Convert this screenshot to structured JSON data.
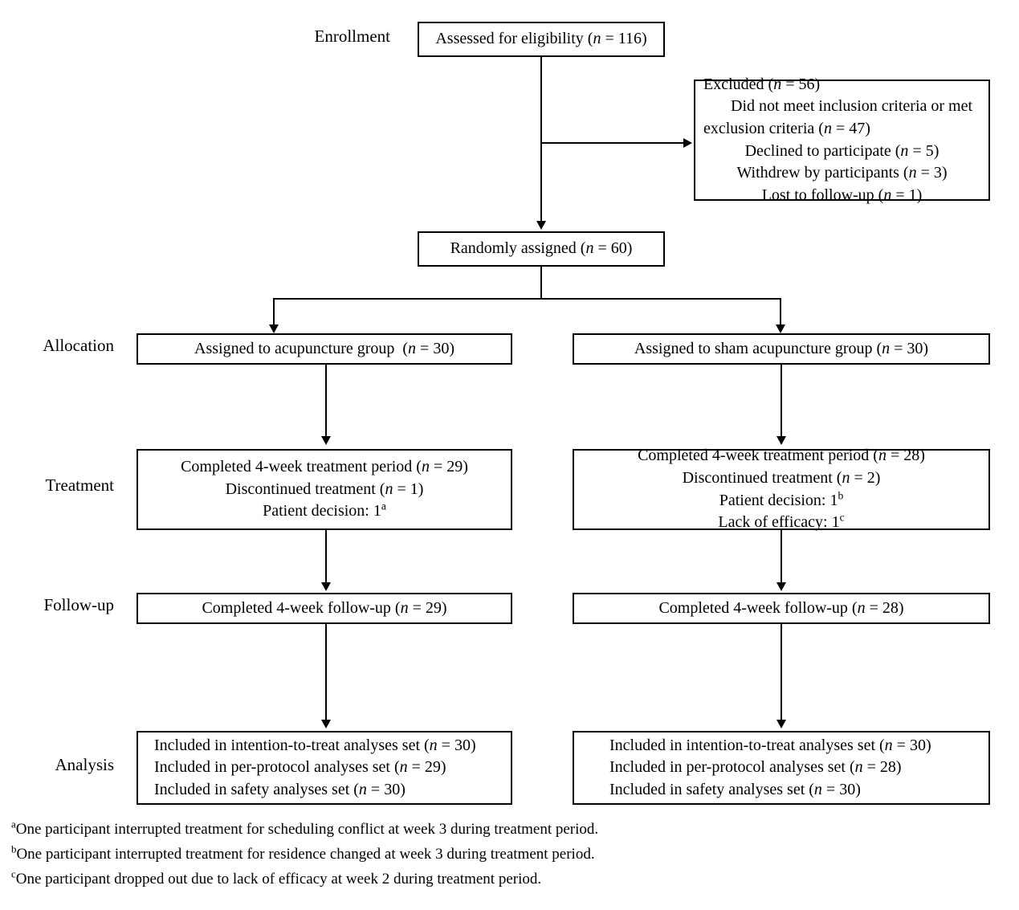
{
  "diagram": {
    "title": "CONSORT participant flow diagram",
    "stages": [
      {
        "key": "enrollment",
        "label": "Enrollment"
      },
      {
        "key": "allocation",
        "label": "Allocation"
      },
      {
        "key": "treatment",
        "label": "Treatment"
      },
      {
        "key": "followup",
        "label": "Follow-up"
      },
      {
        "key": "analysis",
        "label": "Analysis"
      }
    ],
    "boxes": {
      "assessed": {
        "lines": [
          "Assessed for eligibility (n = 116)"
        ]
      },
      "excluded": {
        "lines": [
          "Excluded (n = 56)",
          "Did not meet inclusion criteria or met exclusion criteria (n = 47)",
          "Declined to participate (n = 5)",
          "Withdrew by participants (n = 3)",
          "Lost to follow-up (n = 1)"
        ]
      },
      "randomized": {
        "lines": [
          "Randomly assigned (n = 60)"
        ]
      },
      "allocation_left": {
        "lines": [
          "Assigned to acupuncture group  (n = 30)"
        ]
      },
      "allocation_right": {
        "lines": [
          "Assigned to sham acupuncture group (n = 30)"
        ]
      },
      "treatment_left": {
        "lines": [
          "Completed 4-week treatment period (n = 29)",
          "Discontinued treatment (n = 1)",
          "Patient decision: 1a"
        ]
      },
      "treatment_right": {
        "lines": [
          "Completed 4-week treatment period (n = 28)",
          "Discontinued treatment (n = 2)",
          "Patient decision: 1b",
          "Lack of efficacy: 1c"
        ]
      },
      "followup_left": {
        "lines": [
          "Completed 4-week follow-up (n = 29)"
        ]
      },
      "followup_right": {
        "lines": [
          "Completed 4-week follow-up (n = 28)"
        ]
      },
      "analysis_left": {
        "lines": [
          "Included in intention-to-treat analyses set (n = 30)",
          "Included in per-protocol analyses set (n = 29)",
          "Included in safety analyses set (n = 30)"
        ]
      },
      "analysis_right": {
        "lines": [
          "Included in intention-to-treat analyses set (n = 30)",
          "Included in per-protocol analyses set (n = 28)",
          "Included in safety analyses set (n = 30)"
        ]
      }
    },
    "footnotes": [
      {
        "marker": "a",
        "text": "One participant interrupted treatment for scheduling conflict at week 3 during treatment period."
      },
      {
        "marker": "b",
        "text": "One participant interrupted treatment for residence changed at week 3 during treatment period."
      },
      {
        "marker": "c",
        "text": "One participant dropped out due to lack of efficacy at week 2 during treatment period."
      }
    ],
    "counts": {
      "assessed": 116,
      "excluded_total": 56,
      "excluded_criteria": 47,
      "excluded_declined": 5,
      "excluded_withdrew": 3,
      "excluded_lost": 1,
      "randomized": 60,
      "allocated_acupuncture": 30,
      "allocated_sham": 30,
      "completed_treatment_acupuncture": 29,
      "completed_treatment_sham": 28,
      "discontinued_acupuncture": 1,
      "discontinued_sham": 2,
      "followup_acupuncture": 29,
      "followup_sham": 28,
      "itt_acupuncture": 30,
      "itt_sham": 30,
      "pp_acupuncture": 29,
      "pp_sham": 28,
      "safety_acupuncture": 30,
      "safety_sham": 30
    },
    "colors": {
      "border": "#000000",
      "background": "#ffffff",
      "text": "#000000"
    }
  }
}
